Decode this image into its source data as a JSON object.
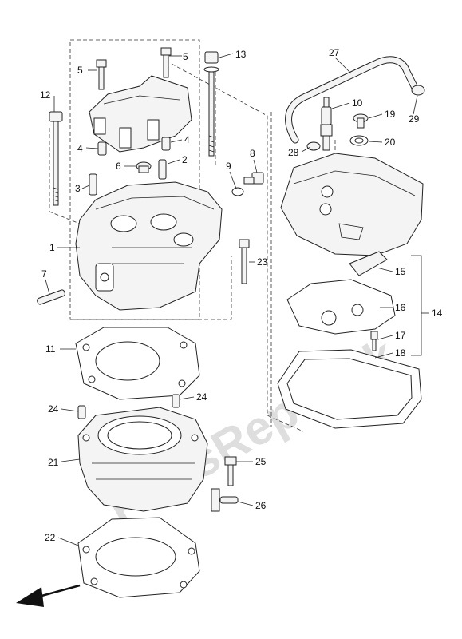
{
  "diagram": {
    "watermark": "PartsRepublik",
    "callouts": [
      {
        "id": "c1",
        "text": "1"
      },
      {
        "id": "c2",
        "text": "2"
      },
      {
        "id": "c3",
        "text": "3"
      },
      {
        "id": "c4a",
        "text": "4"
      },
      {
        "id": "c4b",
        "text": "4"
      },
      {
        "id": "c5a",
        "text": "5"
      },
      {
        "id": "c5b",
        "text": "5"
      },
      {
        "id": "c6",
        "text": "6"
      },
      {
        "id": "c7",
        "text": "7"
      },
      {
        "id": "c8",
        "text": "8"
      },
      {
        "id": "c9",
        "text": "9"
      },
      {
        "id": "c10",
        "text": "10"
      },
      {
        "id": "c11",
        "text": "11"
      },
      {
        "id": "c12",
        "text": "12"
      },
      {
        "id": "c13",
        "text": "13"
      },
      {
        "id": "c14",
        "text": "14"
      },
      {
        "id": "c15",
        "text": "15"
      },
      {
        "id": "c16",
        "text": "16"
      },
      {
        "id": "c17",
        "text": "17"
      },
      {
        "id": "c18",
        "text": "18"
      },
      {
        "id": "c19",
        "text": "19"
      },
      {
        "id": "c20",
        "text": "20"
      },
      {
        "id": "c21",
        "text": "21"
      },
      {
        "id": "c22",
        "text": "22"
      },
      {
        "id": "c23",
        "text": "23"
      },
      {
        "id": "c24a",
        "text": "24"
      },
      {
        "id": "c24b",
        "text": "24"
      },
      {
        "id": "c25",
        "text": "25"
      },
      {
        "id": "c26",
        "text": "26"
      },
      {
        "id": "c27",
        "text": "27"
      },
      {
        "id": "c28",
        "text": "28"
      },
      {
        "id": "c29",
        "text": "29"
      }
    ],
    "direction_arrow": "front-direction-arrow"
  }
}
